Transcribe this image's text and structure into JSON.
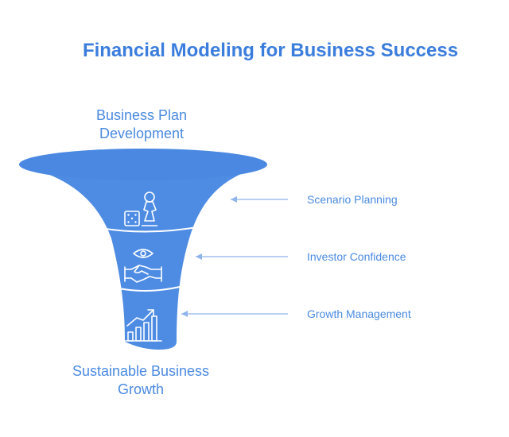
{
  "title": "Financial Modeling for Business Success",
  "funnel": {
    "top_label": [
      "Business Plan",
      "Development"
    ],
    "bottom_label": [
      "Sustainable Business",
      "Growth"
    ],
    "stages": [
      {
        "label": "Scenario Planning",
        "icon": "dice-and-pawn-icon"
      },
      {
        "label": "Investor Confidence",
        "icon": "eye-handshake-icon"
      },
      {
        "label": "Growth Management",
        "icon": "bar-chart-growth-icon"
      }
    ]
  },
  "colors": {
    "title": "#3b7ddd",
    "label": "#4a8ae0",
    "funnel_fill": "#4e8ce4",
    "funnel_top": "#4a88e2",
    "connector": "#8fb4ec",
    "icon_stroke": "#ffffff"
  }
}
